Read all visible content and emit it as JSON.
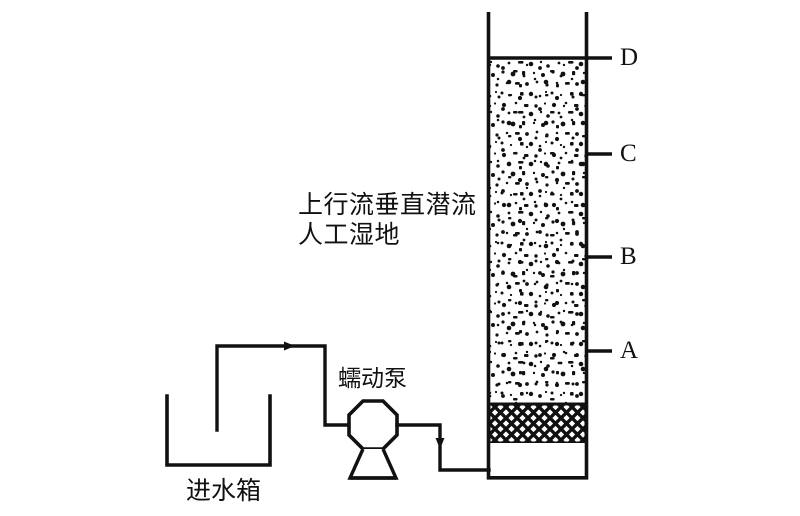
{
  "figure": {
    "title": "上行流垂直潜流人工湿地",
    "background_color": "#ffffff",
    "line_color": "#111111"
  },
  "wetland_column": {
    "name": "上行流垂直潜流人工湿地",
    "title_line_1": "上行流垂直潜流",
    "title_line_2": "人工湿地",
    "media_fill": "speckled-gravel",
    "support_layer_fill": "cross-hatch-mesh",
    "distribution_chamber_fill": "empty"
  },
  "sampling_ports": [
    {
      "id": "D",
      "label": "D"
    },
    {
      "id": "C",
      "label": "C"
    },
    {
      "id": "B",
      "label": "B"
    },
    {
      "id": "A",
      "label": "A"
    }
  ],
  "pump": {
    "label": "蠕动泵",
    "shape": "octagon-with-stand"
  },
  "influent_tank": {
    "label": "进水箱",
    "shape": "open-top-u"
  },
  "piping": {
    "suction_line_name": "tank-to-pump-line",
    "discharge_line_name": "pump-to-column-line",
    "flow_arrows": 2
  }
}
